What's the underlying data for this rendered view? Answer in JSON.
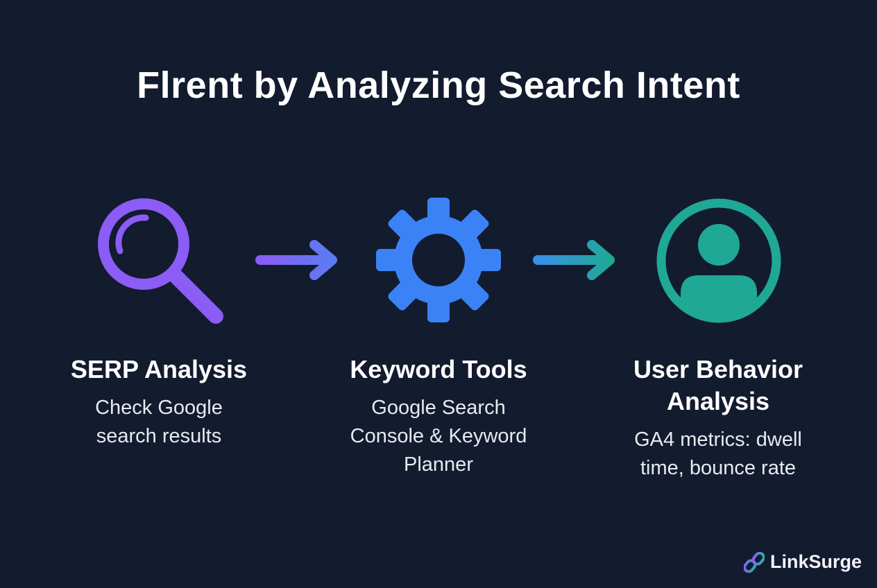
{
  "title": "Flrent by Analyzing Search Intent",
  "steps": [
    {
      "icon": "search-icon",
      "heading": "SERP Analysis",
      "description": "Check Google search results",
      "color": "#8b5cf6"
    },
    {
      "icon": "gear-icon",
      "heading": "Keyword Tools",
      "description": "Google Search Console & Keyword Planner",
      "color": "#3b82f6"
    },
    {
      "icon": "user-icon",
      "heading": "User Behavior Analysis",
      "description": "GA4 metrics: dwell time, bounce rate",
      "color": "#1fa896"
    }
  ],
  "brand": {
    "name": "LinkSurge",
    "icon": "chain-link-icon"
  },
  "colors": {
    "background": "#131b2e"
  }
}
